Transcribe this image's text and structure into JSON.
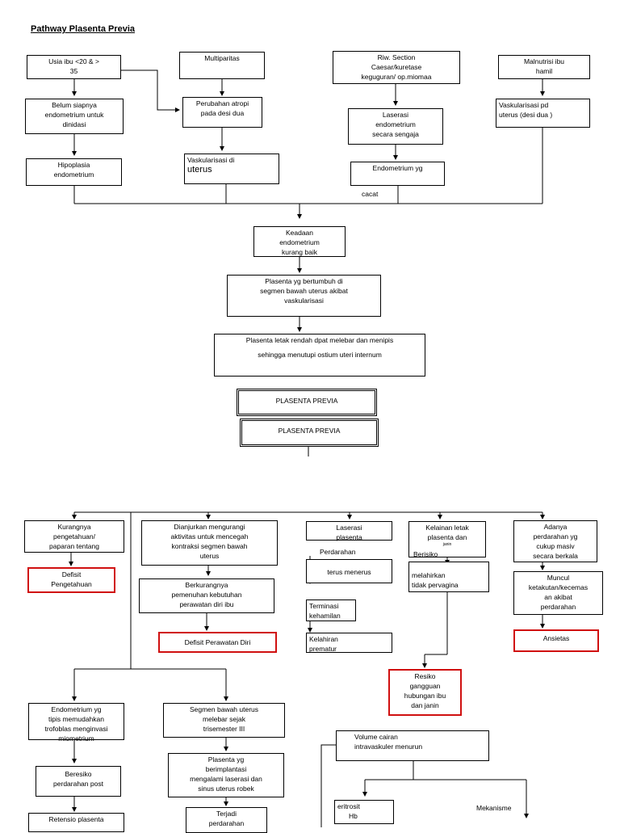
{
  "title": "Pathway Plasenta Previa",
  "page1": {
    "usia": [
      "Usia ibu <20 & >",
      "35"
    ],
    "multiparitas": "Multiparitas",
    "riwayat": [
      "Riw. Section",
      "Caesar/kuretase",
      "keguguran/ op.miomaa"
    ],
    "malnutrisi": [
      "Malnutrisi ibu",
      "hamil"
    ],
    "belum_siap": [
      "Belum siapnya",
      "endometrium untuk",
      "dinidasi"
    ],
    "perubahan": [
      "Perubahan atropi",
      "pada desi dua"
    ],
    "laserasi_endo": [
      "Laserasi",
      "endometrium",
      "secara sengaja"
    ],
    "vask_uterus_desi": [
      "Vaskularisasi pd",
      "uterus (desi dua )"
    ],
    "hipoplasia": [
      "Hipoplasia",
      "endometrium"
    ],
    "vask_uterus": [
      "Vaskularisasi di",
      "uterus"
    ],
    "endo_cacat": [
      "Endometrium yg",
      "cacat"
    ],
    "keadaan": [
      "Keadaan",
      "endometrium",
      "kurang baik"
    ],
    "plasenta_tumbuh": [
      "Plasenta yg bertumbuh di",
      "segmen bawah uterus akibat",
      "vaskularisasi"
    ],
    "plasenta_letak": [
      "Plasenta letak rendah dpat melebar dan menipis",
      "sehingga menutupi ostium uteri internum"
    ],
    "previa1": "PLASENTA PREVIA",
    "previa2": "PLASENTA PREVIA"
  },
  "page2": {
    "kurang_pengetahuan": [
      "Kurangnya",
      "pengetahuan/",
      "paparan tentang"
    ],
    "defisit_pengetahuan": [
      "Defisit",
      "Pengetahuan"
    ],
    "dianjurkan": [
      "Dianjurkan mengurangi",
      "aktivitas untuk mencegah",
      "kontraksi segmen bawah",
      "uterus"
    ],
    "berkurang": [
      "Berkurangnya",
      "pemenuhan kebutuhan",
      "perawatan diri ibu"
    ],
    "defisit_perawatan": "Defisit Perawatan Diri",
    "laserasi_plasenta": [
      "Laserasi",
      "plasenta"
    ],
    "perdarahan": "Perdarahan",
    "terus_menerus": "terus menerus",
    "terminasi": [
      "Terminasi",
      "kehamilan"
    ],
    "kelahiran": [
      "Kelahiran",
      "prematur"
    ],
    "kelainan": [
      "Kelainan letak",
      "plasenta dan",
      "janin"
    ],
    "berisiko": "Berisiko",
    "melahirkan": [
      "melahirkan",
      "tidak pervagina"
    ],
    "resiko": [
      "Resiko",
      "gangguan",
      "hubungan ibu",
      "dan janin"
    ],
    "adanya": [
      "Adanya",
      "perdarahan yg",
      "cukup masiv",
      "secara berkala"
    ],
    "muncul": [
      "Muncul",
      "ketakutan/kecemas",
      "an akibat",
      "perdarahan"
    ],
    "ansietas": "Ansietas",
    "endo_tipis": [
      "Endometrium yg",
      "tipis memudahkan",
      "trofoblas menginvasi",
      "miometrium"
    ],
    "beresiko": [
      "Beresiko",
      "perdarahan post"
    ],
    "retensio": "Retensio plasenta",
    "segmen": [
      "Segmen bawah uterus",
      "melebar sejak",
      "trisemester III"
    ],
    "plasenta_implant": [
      "Plasenta yg",
      "berimplantasi",
      "mengalami laserasi dan",
      "sinus uterus robek"
    ],
    "terjadi": [
      "Terjadi",
      "perdarahan"
    ],
    "volume": [
      "Volume cairan",
      "intravaskuler menurun"
    ],
    "eritrosit": [
      "eritrosit",
      "Hb"
    ],
    "mekanisme": "Mekanisme"
  }
}
